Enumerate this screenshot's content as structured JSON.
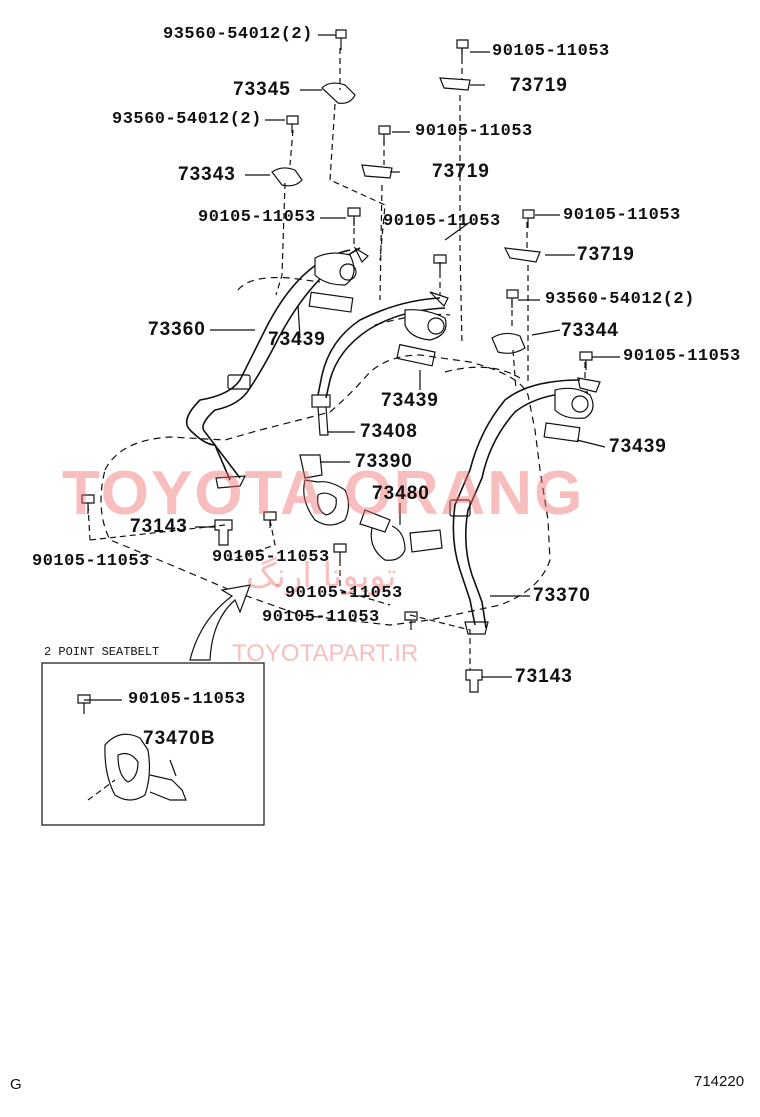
{
  "labels": {
    "bolt_93560_top": "93560-54012(2)",
    "p73345": "73345",
    "bolt_93560_mid": "93560-54012(2)",
    "p73343": "73343",
    "bolt_90105_a": "90105-11053",
    "p73360": "73360",
    "p73439_left": "73439",
    "bolt_90105_top_center": "90105-11053",
    "p73719_top": "73719",
    "bolt_90105_center2": "90105-11053",
    "p73719_mid": "73719",
    "bolt_90105_center3": "90105-11053",
    "p73439_center": "73439",
    "p73408": "73408",
    "p73390": "73390",
    "p73480": "73480",
    "bolt_90105_right1": "90105-11053",
    "p73719_right": "73719",
    "bolt_93560_right": "93560-54012(2)",
    "p73344": "73344",
    "bolt_90105_right2": "90105-11053",
    "p73439_right": "73439",
    "p73143_left": "73143",
    "bolt_90105_left_low": "90105-11053",
    "bolt_90105_center_low": "90105-11053",
    "bolt_90105_center_low2": "90105-11053",
    "bolt_90105_center_low3": "90105-11053",
    "p73370": "73370",
    "p73143_right": "73143",
    "inset_title": "2 POINT SEATBELT",
    "inset_bolt": "90105-11053",
    "inset_part": "73470B",
    "corner_left": "G",
    "corner_right": "714220"
  },
  "watermark": {
    "main": "TOYOTA ORANG",
    "sub": "TOYOTAPART.IR",
    "farsi": "تویوتا ارنگ",
    "color": "#f06e6e"
  }
}
